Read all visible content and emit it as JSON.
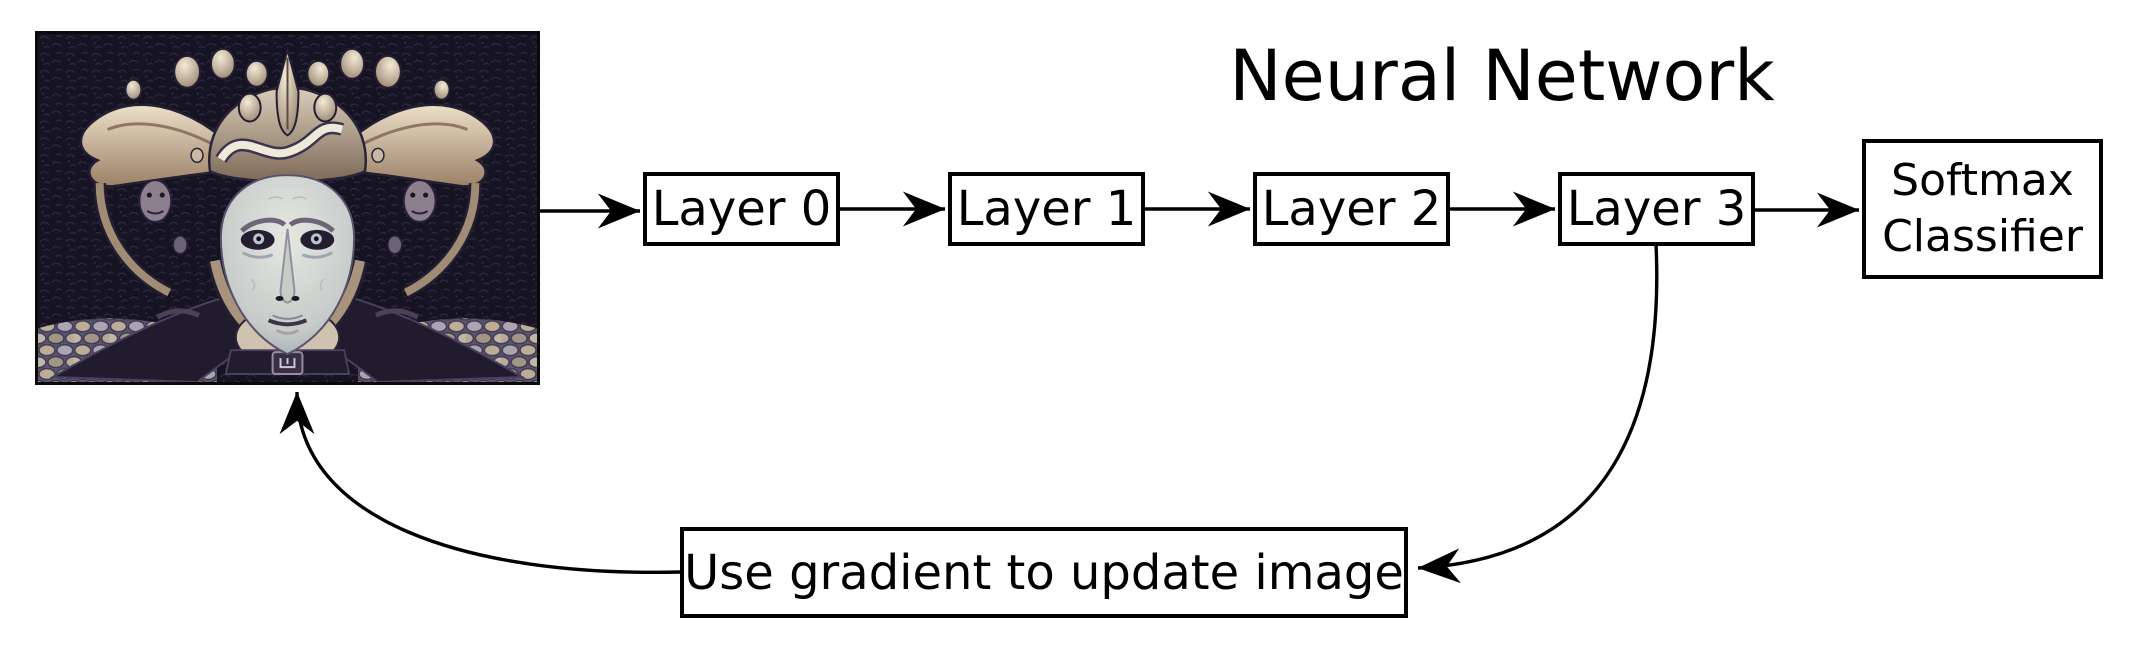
{
  "title": "Neural Network",
  "nodes": {
    "layer0": {
      "label": "Layer 0"
    },
    "layer1": {
      "label": "Layer 1"
    },
    "layer2": {
      "label": "Layer 2"
    },
    "layer3": {
      "label": "Layer 3"
    },
    "softmax": {
      "label": "Softmax Classifier"
    },
    "update": {
      "label": "Use gradient to update image"
    }
  },
  "edges": [
    {
      "from": "input-image",
      "to": "layer0",
      "style": "straight"
    },
    {
      "from": "layer0",
      "to": "layer1",
      "style": "straight"
    },
    {
      "from": "layer1",
      "to": "layer2",
      "style": "straight"
    },
    {
      "from": "layer2",
      "to": "layer3",
      "style": "straight"
    },
    {
      "from": "layer3",
      "to": "softmax",
      "style": "straight"
    },
    {
      "from": "layer3",
      "to": "update",
      "style": "curved"
    },
    {
      "from": "update",
      "to": "input-image",
      "style": "curved"
    }
  ],
  "image": {
    "alt": "Surreal biomechanical face artwork (DeepDream-stylized input image)"
  },
  "colors": {
    "stroke": "#000000",
    "box_fill": "#ffffff",
    "background": "#ffffff",
    "artwork_bg": "#161423",
    "artwork_bone": "#d9cdb8",
    "artwork_face": "#d6d8d2"
  }
}
